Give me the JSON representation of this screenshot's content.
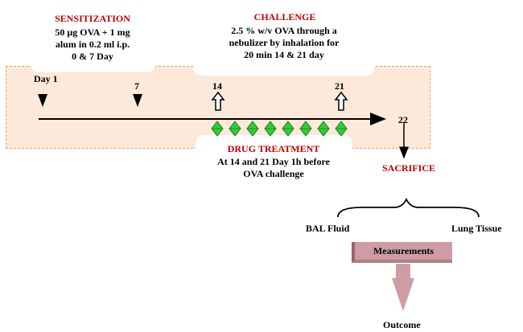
{
  "sensitization": {
    "title": "SENSITIZATION",
    "lines": [
      "50 µg OVA + 1 mg",
      "alum in 0.2 ml i.p.",
      "0 & 7 Day"
    ]
  },
  "challenge": {
    "title": "CHALLENGE",
    "lines": [
      "2.5 % w/v OVA through a",
      "nebulizer by inhalation for",
      "20 min 14 & 21 day"
    ]
  },
  "timeline": {
    "day1": "Day 1",
    "day7": "7",
    "day14": "14",
    "day21": "21",
    "day22": "22"
  },
  "drug_treatment": {
    "title": "DRUG TREATMENT",
    "lines": [
      "At 14 and 21 Day 1h before",
      "OVA challenge"
    ],
    "marker_count": 8,
    "marker_color": "#33cc33"
  },
  "sacrifice": "SACRIFICE",
  "bal_fluid": "BAL Fluid",
  "lung_tissue": "Lung Tissue",
  "measurements": "Measurements",
  "outcome": "Outcome",
  "colors": {
    "accent_red": "#c00000",
    "band_fill": "#fde9d9",
    "measurements_fill": "#cd9ca5"
  }
}
